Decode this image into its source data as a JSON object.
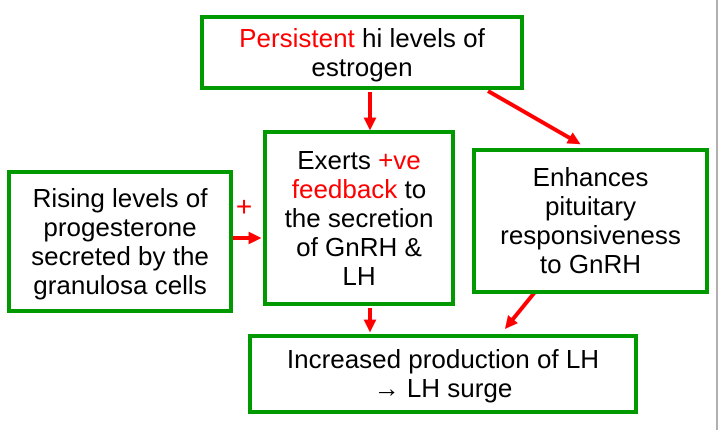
{
  "colors": {
    "box_border": "#009900",
    "arrow": "#ff0000",
    "highlight": "#ff0000",
    "text": "#000000",
    "background": "#ffffff",
    "edge_line": "#b0b0b0"
  },
  "boxes": {
    "estrogen": {
      "lines": [
        {
          "segments": [
            {
              "text": "Persistent ",
              "highlight": true
            },
            {
              "text": "hi levels of",
              "highlight": false
            }
          ]
        },
        {
          "segments": [
            {
              "text": "estrogen",
              "highlight": false
            }
          ]
        }
      ]
    },
    "feedback": {
      "lines": [
        {
          "segments": [
            {
              "text": "Exerts ",
              "highlight": false
            },
            {
              "text": "+ve",
              "highlight": true
            }
          ]
        },
        {
          "segments": [
            {
              "text": "feedback",
              "highlight": true
            },
            {
              "text": " to",
              "highlight": false
            }
          ]
        },
        {
          "segments": [
            {
              "text": "the secretion",
              "highlight": false
            }
          ]
        },
        {
          "segments": [
            {
              "text": "of GnRH &",
              "highlight": false
            }
          ]
        },
        {
          "segments": [
            {
              "text": "LH",
              "highlight": false
            }
          ]
        }
      ]
    },
    "progesterone": {
      "lines": [
        {
          "segments": [
            {
              "text": "Rising levels of",
              "highlight": false
            }
          ]
        },
        {
          "segments": [
            {
              "text": "progesterone",
              "highlight": false
            }
          ]
        },
        {
          "segments": [
            {
              "text": "secreted by the",
              "highlight": false
            }
          ]
        },
        {
          "segments": [
            {
              "text": "granulosa cells",
              "highlight": false
            }
          ]
        }
      ]
    },
    "pituitary": {
      "lines": [
        {
          "segments": [
            {
              "text": "Enhances",
              "highlight": false
            }
          ]
        },
        {
          "segments": [
            {
              "text": "pituitary",
              "highlight": false
            }
          ]
        },
        {
          "segments": [
            {
              "text": "responsiveness",
              "highlight": false
            }
          ]
        },
        {
          "segments": [
            {
              "text": "to GnRH",
              "highlight": false
            }
          ]
        }
      ]
    },
    "lh_surge": {
      "lines": [
        {
          "segments": [
            {
              "text": "Increased production of LH",
              "highlight": false
            }
          ]
        },
        {
          "segments": [
            {
              "text": "→ LH surge",
              "highlight": false
            }
          ]
        }
      ]
    }
  },
  "connections": [
    {
      "from": "estrogen",
      "to": "feedback",
      "label": ""
    },
    {
      "from": "estrogen",
      "to": "pituitary",
      "label": ""
    },
    {
      "from": "progesterone",
      "to": "feedback",
      "label": "+"
    },
    {
      "from": "feedback",
      "to": "lh_surge",
      "label": ""
    },
    {
      "from": "pituitary",
      "to": "lh_surge",
      "label": ""
    }
  ]
}
